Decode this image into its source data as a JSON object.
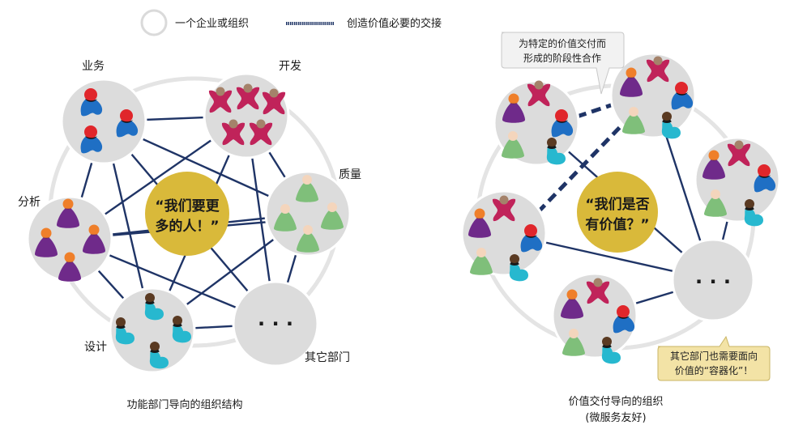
{
  "legend": {
    "org_label": "一个企业或组织",
    "link_label": "创造价值必要的交接"
  },
  "left": {
    "depts": {
      "business": "业务",
      "dev": "开发",
      "quality": "质量",
      "analysis": "分析",
      "design": "设计",
      "other": "其它部门"
    },
    "center_line1": "“我们要更",
    "center_line2": "多的人！”",
    "ellipsis": "· · ·",
    "caption": "功能部门导向的组织结构"
  },
  "right": {
    "callout_top_line1": "为特定的价值交付而",
    "callout_top_line2": "形成的阶段性合作",
    "center_line1": "“我们是否",
    "center_line2": "有价值？”",
    "ellipsis": "· · ·",
    "callout_bottom_line1": "其它部门也需要面向",
    "callout_bottom_line2": "价值的“容器化”！",
    "caption_line1": "价值交付导向的组织",
    "caption_line2": "(微服务友好)"
  },
  "colors": {
    "circle_fill": "#dcdcdc",
    "ring": "#e6e6e6",
    "link": "#1f3466",
    "center_yellow": "#d9b93a",
    "callout_top_fill": "#f2f2f2",
    "callout_bottom_fill": "#f3e3a6",
    "blue": "#1f6fc4",
    "crimson": "#c0235a",
    "green": "#7fbf7a",
    "purple": "#6f2a8a",
    "teal": "#27b8cf"
  }
}
